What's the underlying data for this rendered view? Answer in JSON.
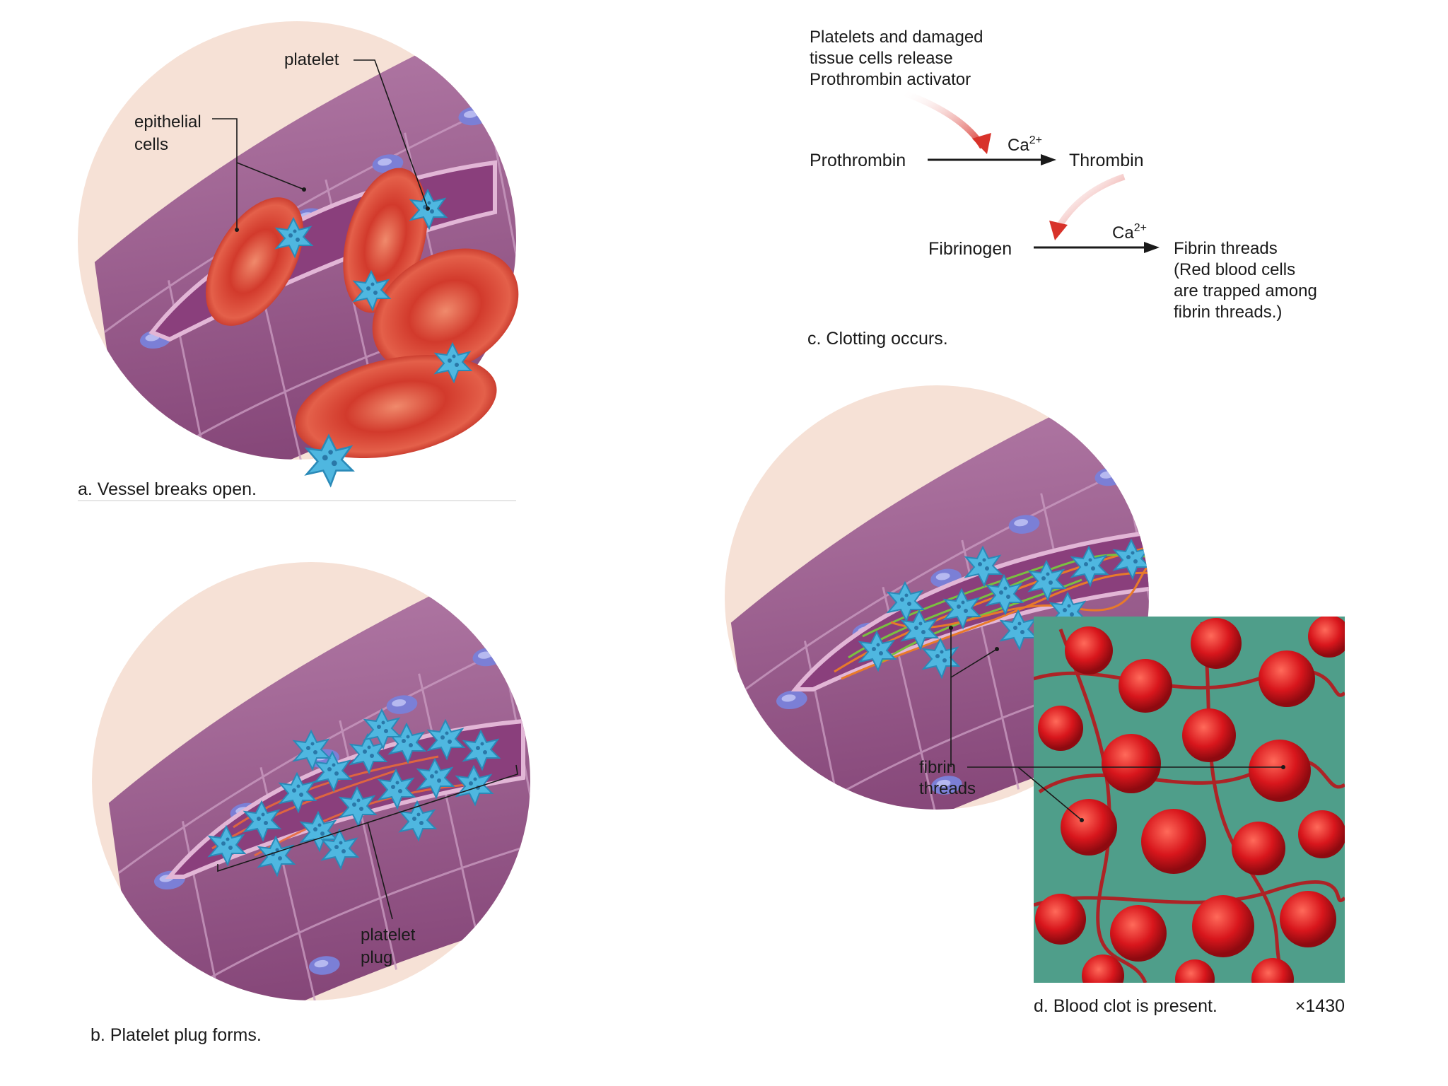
{
  "panel_a": {
    "caption": "a. Vessel breaks open.",
    "label_platelet": "platelet",
    "label_epithelial_1": "epithelial",
    "label_epithelial_2": "cells"
  },
  "panel_b": {
    "caption": "b. Platelet plug forms.",
    "label_plug_1": "platelet",
    "label_plug_2": "plug"
  },
  "panel_c": {
    "release_1": "Platelets and damaged",
    "release_2": "tissue cells release",
    "release_3": "Prothrombin activator",
    "prothrombin": "Prothrombin",
    "thrombin": "Thrombin",
    "fibrinogen": "Fibrinogen",
    "ca_base": "Ca",
    "ca_sup": "2+",
    "fibrin_1": "Fibrin threads",
    "fibrin_2": "(Red blood cells",
    "fibrin_3": "are trapped among",
    "fibrin_4": "fibrin threads.)",
    "caption": "c. Clotting occurs."
  },
  "panel_d": {
    "label_fibrin_1": "fibrin",
    "label_fibrin_2": "threads",
    "caption": "d. Blood clot is present.",
    "magnification": "×1430"
  },
  "colors": {
    "circle_bg": "#f6e1d6",
    "vessel_wall": "#9b5a8e",
    "nucleus": "#7b7fd6",
    "rbc": "#d64a3a",
    "platelet": "#4fb7e0",
    "arrow_red": "#d8322a",
    "micrograph_bg": "#4f9e8a"
  }
}
